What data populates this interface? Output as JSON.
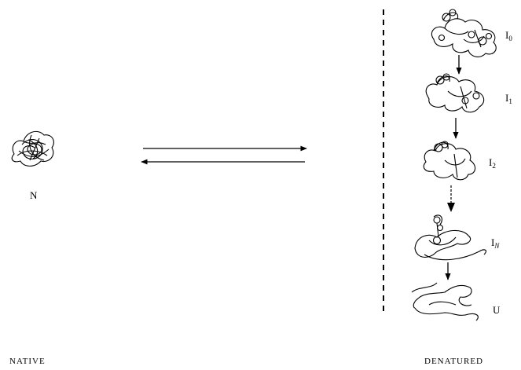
{
  "native_state": {
    "label": "N"
  },
  "intermediates": [
    {
      "base": "I",
      "sub": "0"
    },
    {
      "base": "I",
      "sub": "1"
    },
    {
      "base": "I",
      "sub": "2"
    },
    {
      "base": "I",
      "sub": "N"
    }
  ],
  "unfolded_state": {
    "label": "U"
  },
  "footer": {
    "native": "NATIVE",
    "denatured": "DENATURED"
  },
  "colors": {
    "ink": "#000000",
    "background": "#ffffff"
  }
}
